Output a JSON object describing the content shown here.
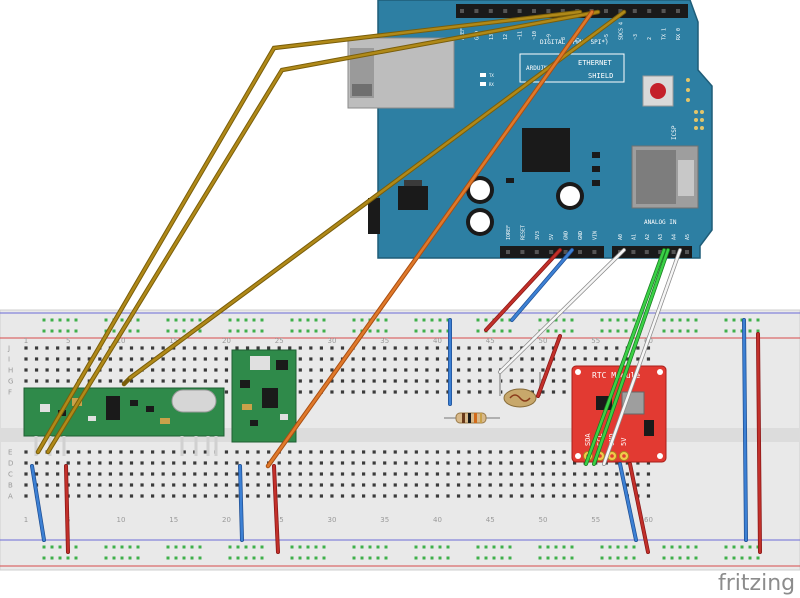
{
  "shield": {
    "title_line1": "ETHERNET",
    "title_line2": "SHIELD",
    "brand": "ARDUINO",
    "digital_label": "DIGITAL (PWM~ SPI*)",
    "analog_label": "ANALOG IN",
    "icsp_label": "ICSP",
    "power_pins": [
      "IOREF",
      "RESET",
      "3V3",
      "5V",
      "GND",
      "GND",
      "VIN"
    ],
    "analog_pins": [
      "A0",
      "A1",
      "A2",
      "A3",
      "A4",
      "A5"
    ],
    "digital_pins": [
      "AREF",
      "GND",
      "13",
      "12",
      "~11",
      "~10",
      "~9",
      "8",
      "7",
      "~6",
      "~5",
      "SDCS 4",
      "~3",
      "2",
      "TX 1",
      "RX 0"
    ],
    "led_labels": [
      "TX",
      "RX"
    ]
  },
  "rtc": {
    "title": "RTC Module",
    "pins": [
      "SDA",
      "SCL",
      "GND",
      "5V"
    ]
  },
  "breadboard": {
    "column_numbers": [
      "1",
      "5",
      "10",
      "15",
      "20",
      "25",
      "30",
      "35",
      "40",
      "45",
      "50",
      "55",
      "60"
    ],
    "row_letters_top": [
      "J",
      "I",
      "H",
      "G",
      "F"
    ],
    "row_letters_bottom": [
      "E",
      "D",
      "C",
      "B",
      "A"
    ]
  },
  "colors": {
    "shield_board": "#2d7fa3",
    "rtc_board": "#e23a32",
    "rf_board": "#2f8a4a",
    "wire_yellow": "#9c7a12",
    "wire_orange": "#d36a1e",
    "wire_red": "#b5221f",
    "wire_blue": "#2e6fc0",
    "wire_green": "#2fbd3a",
    "wire_white": "#f2f2f2"
  },
  "watermark": "fritzing"
}
